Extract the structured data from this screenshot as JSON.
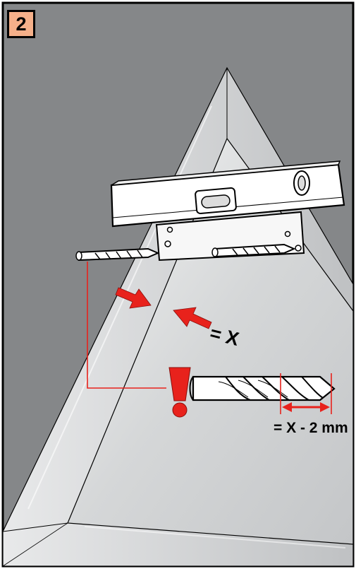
{
  "step": {
    "number": "2"
  },
  "annotations": {
    "depth": "= X",
    "drill_size": "= X - 2 mm",
    "warning": "!"
  },
  "colors": {
    "wall": "#858789",
    "mirror": "#d9dbdc",
    "accent_red": "#e8221c",
    "badge": "#f5b08a",
    "outline": "#000000"
  },
  "icons": [
    "spirit-level-icon",
    "mounting-plate-icon",
    "drill-bit-icon",
    "arrow-icon",
    "warning-exclamation-icon"
  ]
}
